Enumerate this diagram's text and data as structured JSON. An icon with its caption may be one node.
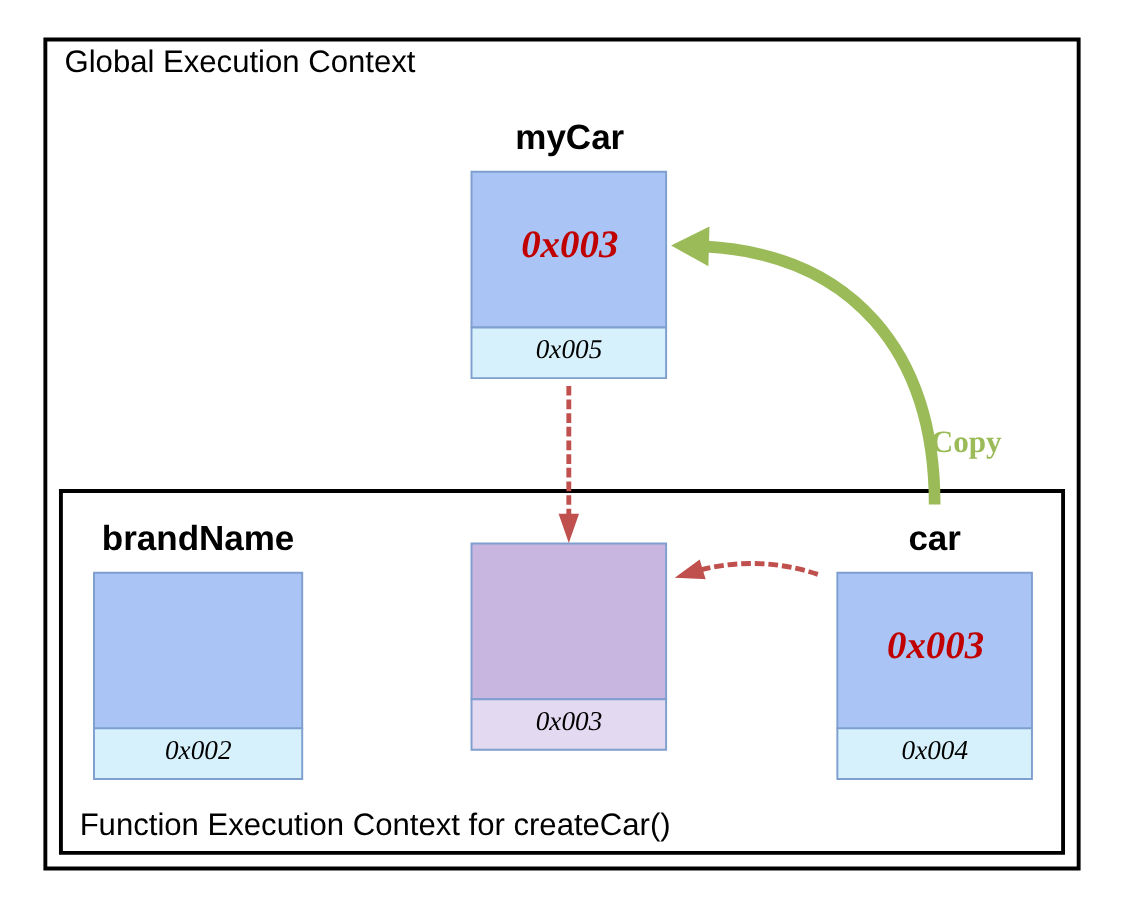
{
  "diagram": {
    "nodes": [
      {
        "text": [
          "Global Execution Context"
        ]
      },
      {
        "text": [
          "myCar",
          "0x003",
          "0x005"
        ],
        "in": 0
      },
      {
        "text": [
          "Function Execution Context for createCar()"
        ],
        "in": 0
      },
      {
        "text": [
          "brandName",
          "0x002"
        ],
        "in": 2
      },
      {
        "text": [
          "0x003"
        ],
        "in": 2
      },
      {
        "text": [
          "car",
          "0x003",
          "0x004"
        ],
        "in": 2
      }
    ],
    "edges": [
      {
        "from": 1,
        "to": 4,
        "arrow": "to",
        "style": "dashed",
        "color": "#c0504d"
      },
      {
        "from": 5,
        "to": 4,
        "arrow": "to",
        "style": "dashed",
        "color": "#c0504d"
      },
      {
        "from": 5,
        "to": 1,
        "arrow": "to",
        "label": "Copy",
        "style": "thick",
        "color": "#9bbb59"
      }
    ]
  }
}
